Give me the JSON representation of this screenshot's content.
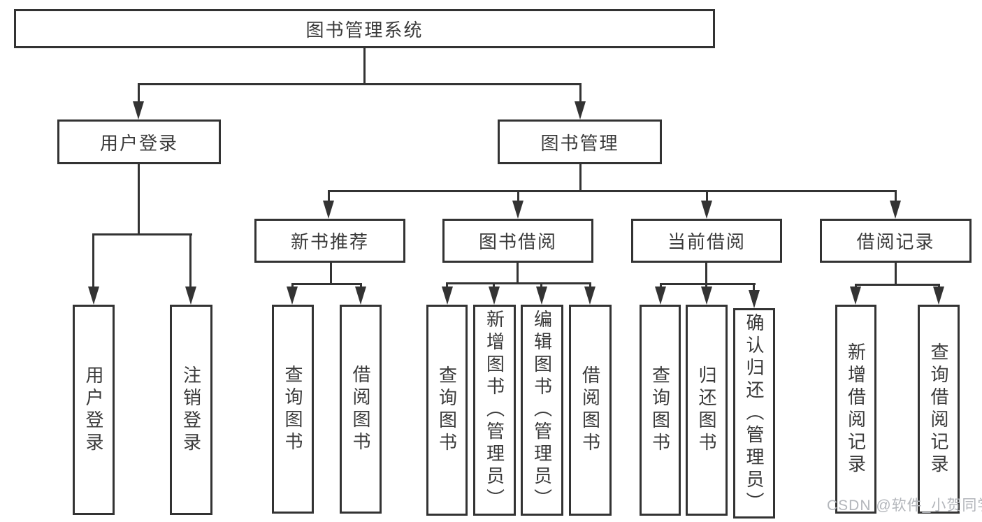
{
  "diagram_type": "hierarchy-tree",
  "watermark": "CSDN @软件_小贺同学",
  "colors": {
    "line": "#333333",
    "text": "#3a3a3a",
    "box_background": "#ffffff",
    "page_background": "#ffffff",
    "watermark": "#b3b6bb"
  },
  "tree": {
    "label": "图书管理系统",
    "children": [
      {
        "label": "用户登录",
        "children": [
          {
            "label": "用户登录"
          },
          {
            "label": "注销登录"
          }
        ]
      },
      {
        "label": "图书管理",
        "children": [
          {
            "label": "新书推荐",
            "children": [
              {
                "label": "查询图书"
              },
              {
                "label": "借阅图书"
              }
            ]
          },
          {
            "label": "图书借阅",
            "children": [
              {
                "label": "查询图书"
              },
              {
                "label": "新增图书（管理员）"
              },
              {
                "label": "编辑图书（管理员）"
              },
              {
                "label": "借阅图书"
              }
            ]
          },
          {
            "label": "当前借阅",
            "children": [
              {
                "label": "查询图书"
              },
              {
                "label": "归还图书"
              },
              {
                "label": "确认归还（管理员）"
              }
            ]
          },
          {
            "label": "借阅记录",
            "children": [
              {
                "label": "新增借阅记录"
              },
              {
                "label": "查询借阅记录"
              }
            ]
          }
        ]
      }
    ]
  }
}
